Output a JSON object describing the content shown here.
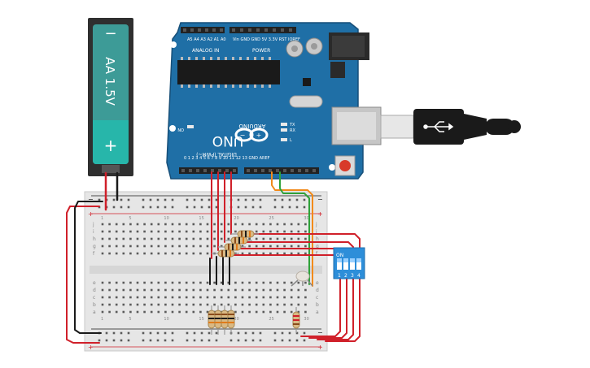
{
  "battery": {
    "label": "AA 1.5V",
    "minus": "−",
    "plus": "+",
    "icon": "battery-icon"
  },
  "arduino": {
    "model_text": "UNO",
    "brand_text": "ARDUINO",
    "on_label": "ON",
    "tx_label": "TX",
    "rx_label": "RX",
    "l_label": "L",
    "digital_label": "DIGITAL (PWM~)",
    "analog_label": "ANALOG IN",
    "power_label": "POWER",
    "analog_pins": [
      "A5",
      "A4",
      "A3",
      "A2",
      "A1",
      "A0"
    ],
    "power_pins": [
      "Vin",
      "GND",
      "GND",
      "5V",
      "3.3V",
      "RESET",
      "IOREF"
    ],
    "digital_pins": [
      "0",
      "1",
      "2",
      "~3",
      "4",
      "~5",
      "~6",
      "7",
      "8",
      "~9",
      "~10",
      "~11",
      "12",
      "13",
      "GND",
      "AREF"
    ],
    "logo_icon": "arduino-infinity-logo"
  },
  "dip_switch": {
    "on_label": "ON",
    "numbers": [
      "1",
      "2",
      "3",
      "4"
    ]
  },
  "breadboard": {
    "row_letters_top": [
      "j",
      "i",
      "h",
      "g",
      "f"
    ],
    "row_letters_bottom": [
      "e",
      "d",
      "c",
      "b",
      "a"
    ],
    "column_numbers": [
      "1",
      "5",
      "10",
      "15",
      "20",
      "25",
      "30"
    ],
    "rail_plus": "+",
    "rail_minus": "−"
  },
  "colors": {
    "board": "#1f6fa6",
    "board_dark": "#0f4e7a",
    "battery_body": "#2f2f2f",
    "battery_top": "#3a9e9a",
    "battery_bottom": "#25b5a9",
    "breadboard": "#e8e8e8",
    "wire_red": "#d0202a",
    "wire_black": "#1a1a1a",
    "wire_orange": "#f28a1a",
    "wire_green": "#2fa23a",
    "dip": "#2d8ed9"
  }
}
